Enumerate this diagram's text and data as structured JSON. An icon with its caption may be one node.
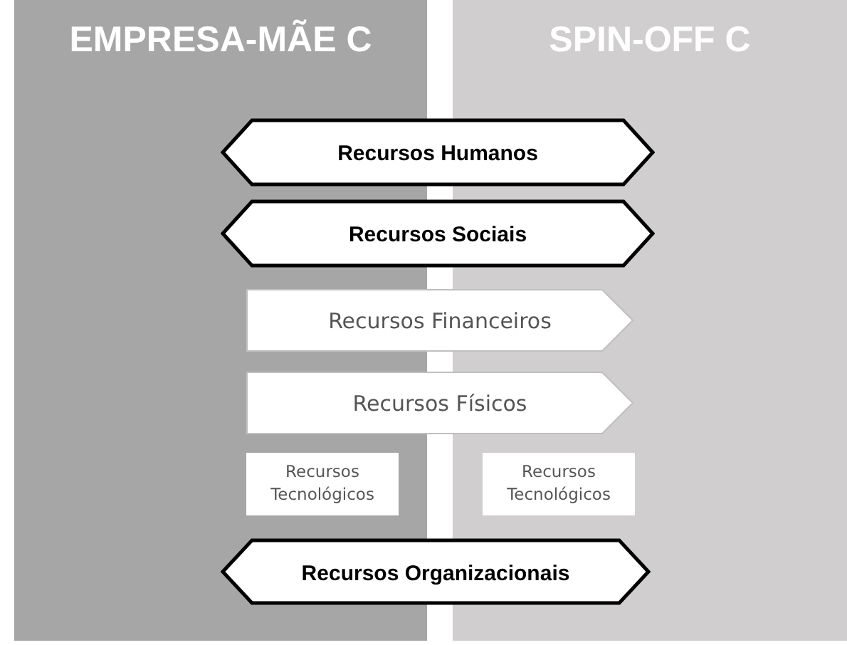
{
  "diagram": {
    "nodes": [
      {
        "text": [
          "EMPRESA-MÃE C"
        ]
      },
      {
        "text": [
          "SPIN-OFF C"
        ]
      },
      {
        "text": [
          "Recursos Humanos"
        ]
      },
      {
        "text": [
          "Recursos Sociais"
        ]
      },
      {
        "text": [
          "Recursos Financeiros"
        ]
      },
      {
        "text": [
          "Recursos Físicos"
        ]
      },
      {
        "text": [
          "Recursos Tecnológicos"
        ],
        "in": 0
      },
      {
        "text": [
          "Recursos Tecnológicos"
        ],
        "in": 1
      },
      {
        "text": [
          "Recursos Organizacionais"
        ]
      }
    ]
  }
}
